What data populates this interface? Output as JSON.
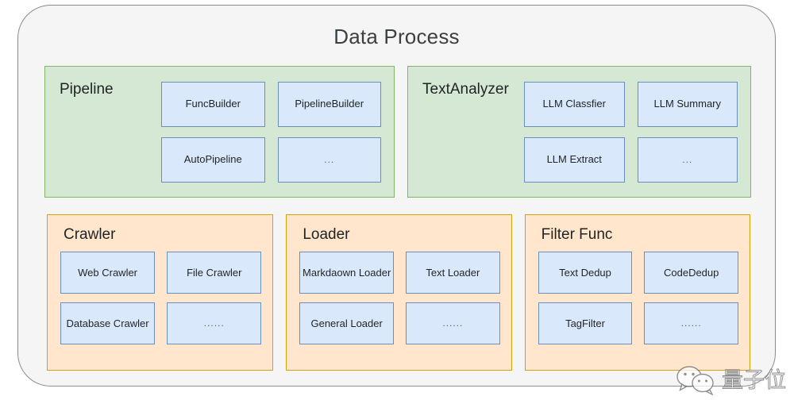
{
  "diagram": {
    "title": "Data Process",
    "colors": {
      "container_fill": "#F5F5F5",
      "container_border": "#8C8C8C",
      "green_fill": "#D5E8D4",
      "green_border": "#82B366",
      "orange_fill": "#FFE6CC",
      "orange_border": "#D6A10C",
      "node_fill": "#DAE8FC",
      "node_border": "#6C8EBF"
    },
    "green_groups": [
      {
        "title": "Pipeline",
        "nodes": [
          "FuncBuilder",
          "PipelineBuilder",
          "AutoPipeline",
          "..."
        ]
      },
      {
        "title": "TextAnalyzer",
        "nodes": [
          "LLM Classfier",
          "LLM Summary",
          "LLM Extract",
          "..."
        ]
      }
    ],
    "orange_groups": [
      {
        "title": "Crawler",
        "nodes": [
          "Web Crawler",
          "File Crawler",
          "Database Crawler",
          "......"
        ]
      },
      {
        "title": "Loader",
        "nodes": [
          "Markdaown Loader",
          "Text Loader",
          "General Loader",
          "......"
        ]
      },
      {
        "title": "Filter Func",
        "nodes": [
          "Text Dedup",
          "CodeDedup",
          "TagFilter",
          "......"
        ]
      }
    ]
  },
  "watermark": {
    "text": "量子位",
    "icon": "wechat-icon"
  }
}
